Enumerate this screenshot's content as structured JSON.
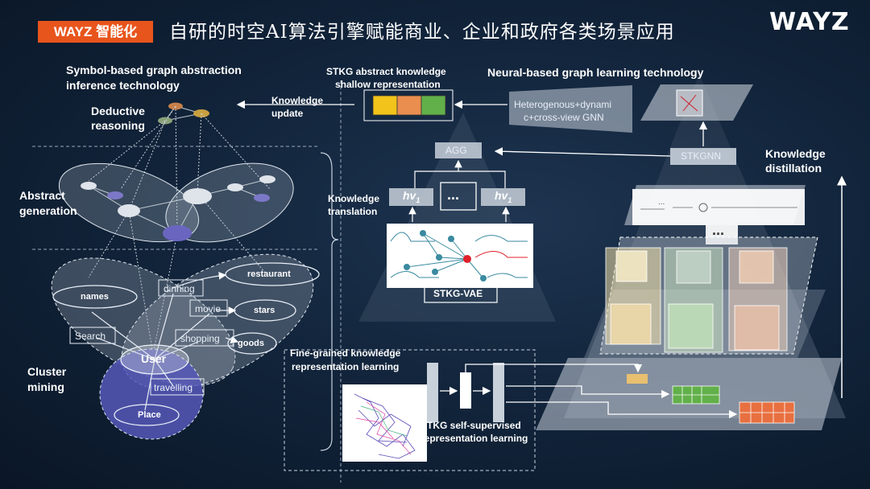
{
  "header": {
    "badge": "WAYZ 智能化",
    "title": "自研的时空AI算法引擎赋能商业、企业和政府各类场景应用",
    "logo": "WAYZ"
  },
  "left": {
    "symbol_title_1": "Symbol-based graph abstraction",
    "symbol_title_2": "inference technology",
    "deductive_1": "Deductive",
    "deductive_2": "reasoning",
    "abstract_1": "Abstract",
    "abstract_2": "generation",
    "cluster_1": "Cluster",
    "cluster_2": "mining",
    "nodes": {
      "restaurant": "restaurant",
      "dinning": "dinning",
      "names": "names",
      "movie": "movie",
      "stars": "stars",
      "search": "Search",
      "shopping": "shopping",
      "goods": "goods",
      "user": "User",
      "travelling": "travelling",
      "place": "Place"
    }
  },
  "middle": {
    "knowledge_update_1": "Knowledge",
    "knowledge_update_2": "update",
    "stkg_abstract_1": "STKG abstract knowledge",
    "stkg_abstract_2": "shallow representation",
    "knowledge_translation_1": "Knowledge",
    "knowledge_translation_2": "translation",
    "agg": "AGG",
    "hv1": "hv",
    "hv1_sub": "1",
    "hv2": "hv",
    "hv2_sub": "1",
    "ellipsis": "...",
    "stkg_vae": "STKG-VAE",
    "fine_grained_1": "Fine-grained knowledge",
    "fine_grained_2": "representation learning",
    "self_supervised_1": "STKG self-supervised",
    "self_supervised_2": "representation learning"
  },
  "right": {
    "neural_title": "Neural-based graph learning technology",
    "gnn_1": "Heterogenous+dynami",
    "gnn_2": "c+cross-view GNN",
    "stkgnn": "STKGNN",
    "distill_1": "Knowledge",
    "distill_2": "distillation",
    "dots": "...",
    "small_dots": "..."
  },
  "colors": {
    "badge": "#e8551c",
    "bar_yellow": "#f2c31a",
    "bar_orange": "#e98e4f",
    "bar_green": "#62b04a",
    "red_node": "#e0202a",
    "teal_node": "#3a8aa0",
    "place_fill": "#5558b8"
  }
}
